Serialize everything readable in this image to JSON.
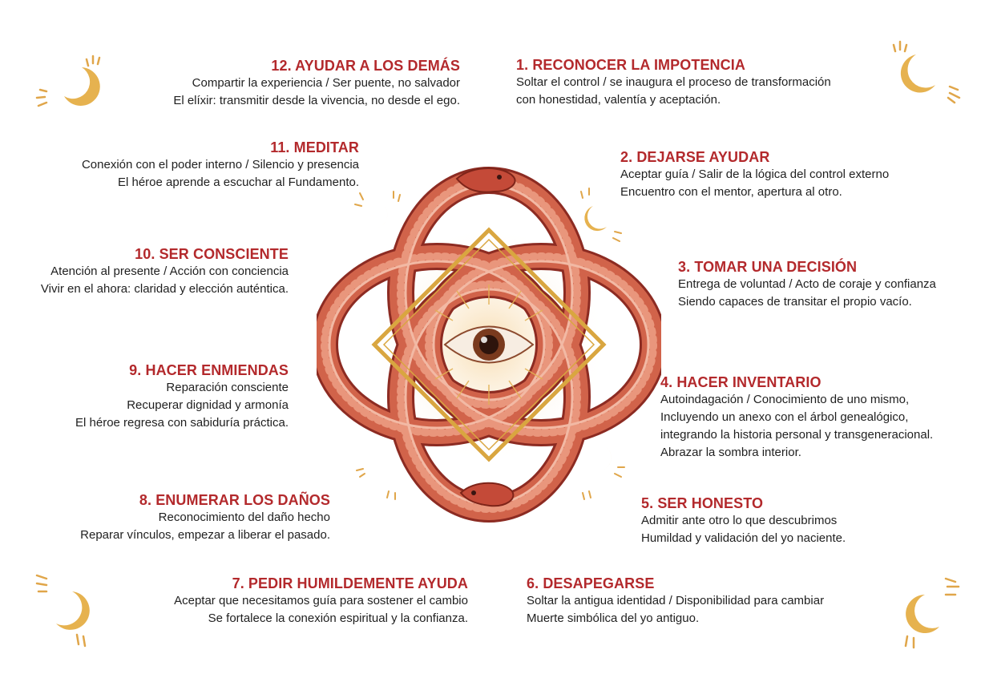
{
  "steps": [
    {
      "id": 1,
      "title": "1. RECONOCER LA IMPOTENCIA",
      "lines": [
        "Soltar el control / se inaugura el proceso de transformación",
        "con honestidad, valentía y aceptación."
      ]
    },
    {
      "id": 2,
      "title": "2. DEJARSE AYUDAR",
      "lines": [
        "Aceptar guía / Salir de la lógica del control externo",
        "Encuentro con el mentor, apertura al otro."
      ]
    },
    {
      "id": 3,
      "title": "3. TOMAR UNA DECISIÓN",
      "lines": [
        "Entrega de voluntad / Acto de coraje y confianza",
        "Siendo capaces de transitar el propio vacío."
      ]
    },
    {
      "id": 4,
      "title": "4. HACER INVENTARIO",
      "lines": [
        "Autoindagación / Conocimiento de uno mismo,",
        "Incluyendo un anexo con el árbol genealógico,",
        "integrando la historia personal y transgeneracional.",
        "Abrazar la sombra interior."
      ]
    },
    {
      "id": 5,
      "title": "5. SER HONESTO",
      "lines": [
        "Admitir ante otro lo que descubrimos",
        "Humildad y validación del yo naciente."
      ]
    },
    {
      "id": 6,
      "title": "6. DESAPEGARSE",
      "lines": [
        "Soltar la antigua identidad / Disponibilidad para cambiar",
        "Muerte simbólica del yo antiguo."
      ]
    },
    {
      "id": 7,
      "title": "7. PEDIR HUMILDEMENTE AYUDA",
      "lines": [
        "Aceptar que necesitamos guía para sostener el cambio",
        "Se fortalece la conexión espiritual y la confianza."
      ]
    },
    {
      "id": 8,
      "title": "8. ENUMERAR LOS DAÑOS",
      "lines": [
        "Reconocimiento del daño hecho",
        "Reparar vínculos, empezar a liberar el pasado."
      ]
    },
    {
      "id": 9,
      "title": "9. HACER ENMIENDAS",
      "lines": [
        "Reparación consciente",
        "Recuperar dignidad y armonía",
        "El héroe regresa con sabiduría práctica."
      ]
    },
    {
      "id": 10,
      "title": "10. SER CONSCIENTE",
      "lines": [
        "Atención al presente / Acción con conciencia",
        "Vivir en el ahora: claridad y elección auténtica."
      ]
    },
    {
      "id": 11,
      "title": "11. MEDITAR",
      "lines": [
        "Conexión con el poder interno / Silencio y presencia",
        "El héroe aprende a escuchar al Fundamento."
      ]
    },
    {
      "id": 12,
      "title": "12. AYUDAR A LOS DEMÁS",
      "lines": [
        "Compartir la experiencia / Ser puente, no salvador",
        "El elíxir: transmitir desde la vivencia, no desde el ego."
      ]
    }
  ],
  "colors": {
    "title": "#b3292c",
    "body_text": "#1f1f1f",
    "snake": "#c8553d",
    "gold": "#d9a640",
    "moon": "#e6b24f"
  },
  "icons": [
    "ouroboros-serpents",
    "eye-icon",
    "diamond-frame",
    "crescent-moon-icon"
  ]
}
